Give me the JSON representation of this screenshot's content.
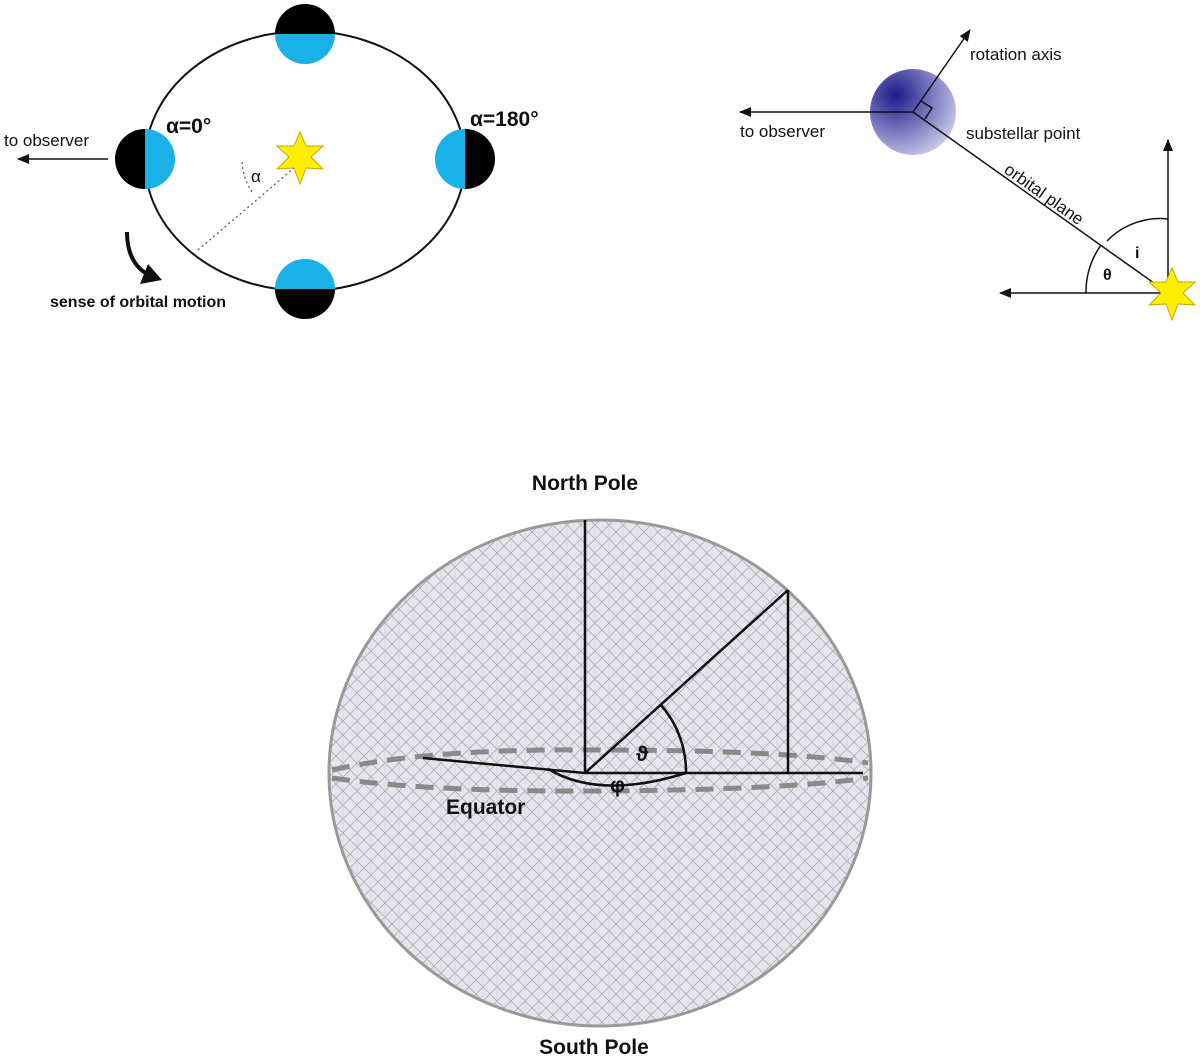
{
  "colors": {
    "day_side": "#1ab0e8",
    "night_side": "#000000",
    "star_fill": "#ffee00",
    "star_stroke": "#c8a800",
    "planet_core": "#1a1a8c",
    "planet_edge": "#d8d8f0",
    "sphere_fill": "#e6e6ea",
    "sphere_hatch": "#9aa0b8",
    "sphere_outline": "#999999",
    "equator_dash": "#8a8a8a"
  },
  "orbit_panel": {
    "to_observer": "to observer",
    "phase_label_0": "α=0°",
    "phase_label_180": "α=180°",
    "angle_label": "α",
    "motion_label": "sense of orbital motion",
    "icons": {
      "star": "star-icon",
      "motion_arrow": "curved-arrow-icon"
    }
  },
  "geometry_panel": {
    "to_observer": "to observer",
    "rotation_axis": "rotation axis",
    "substellar_point": "substellar point",
    "orbital_plane": "orbital plane",
    "inclination_label": "i",
    "theta_label": "θ"
  },
  "sphere_panel": {
    "north_pole": "North Pole",
    "south_pole": "South Pole",
    "equator": "Equator",
    "theta_label": "ϑ",
    "phi_label": "φ"
  }
}
